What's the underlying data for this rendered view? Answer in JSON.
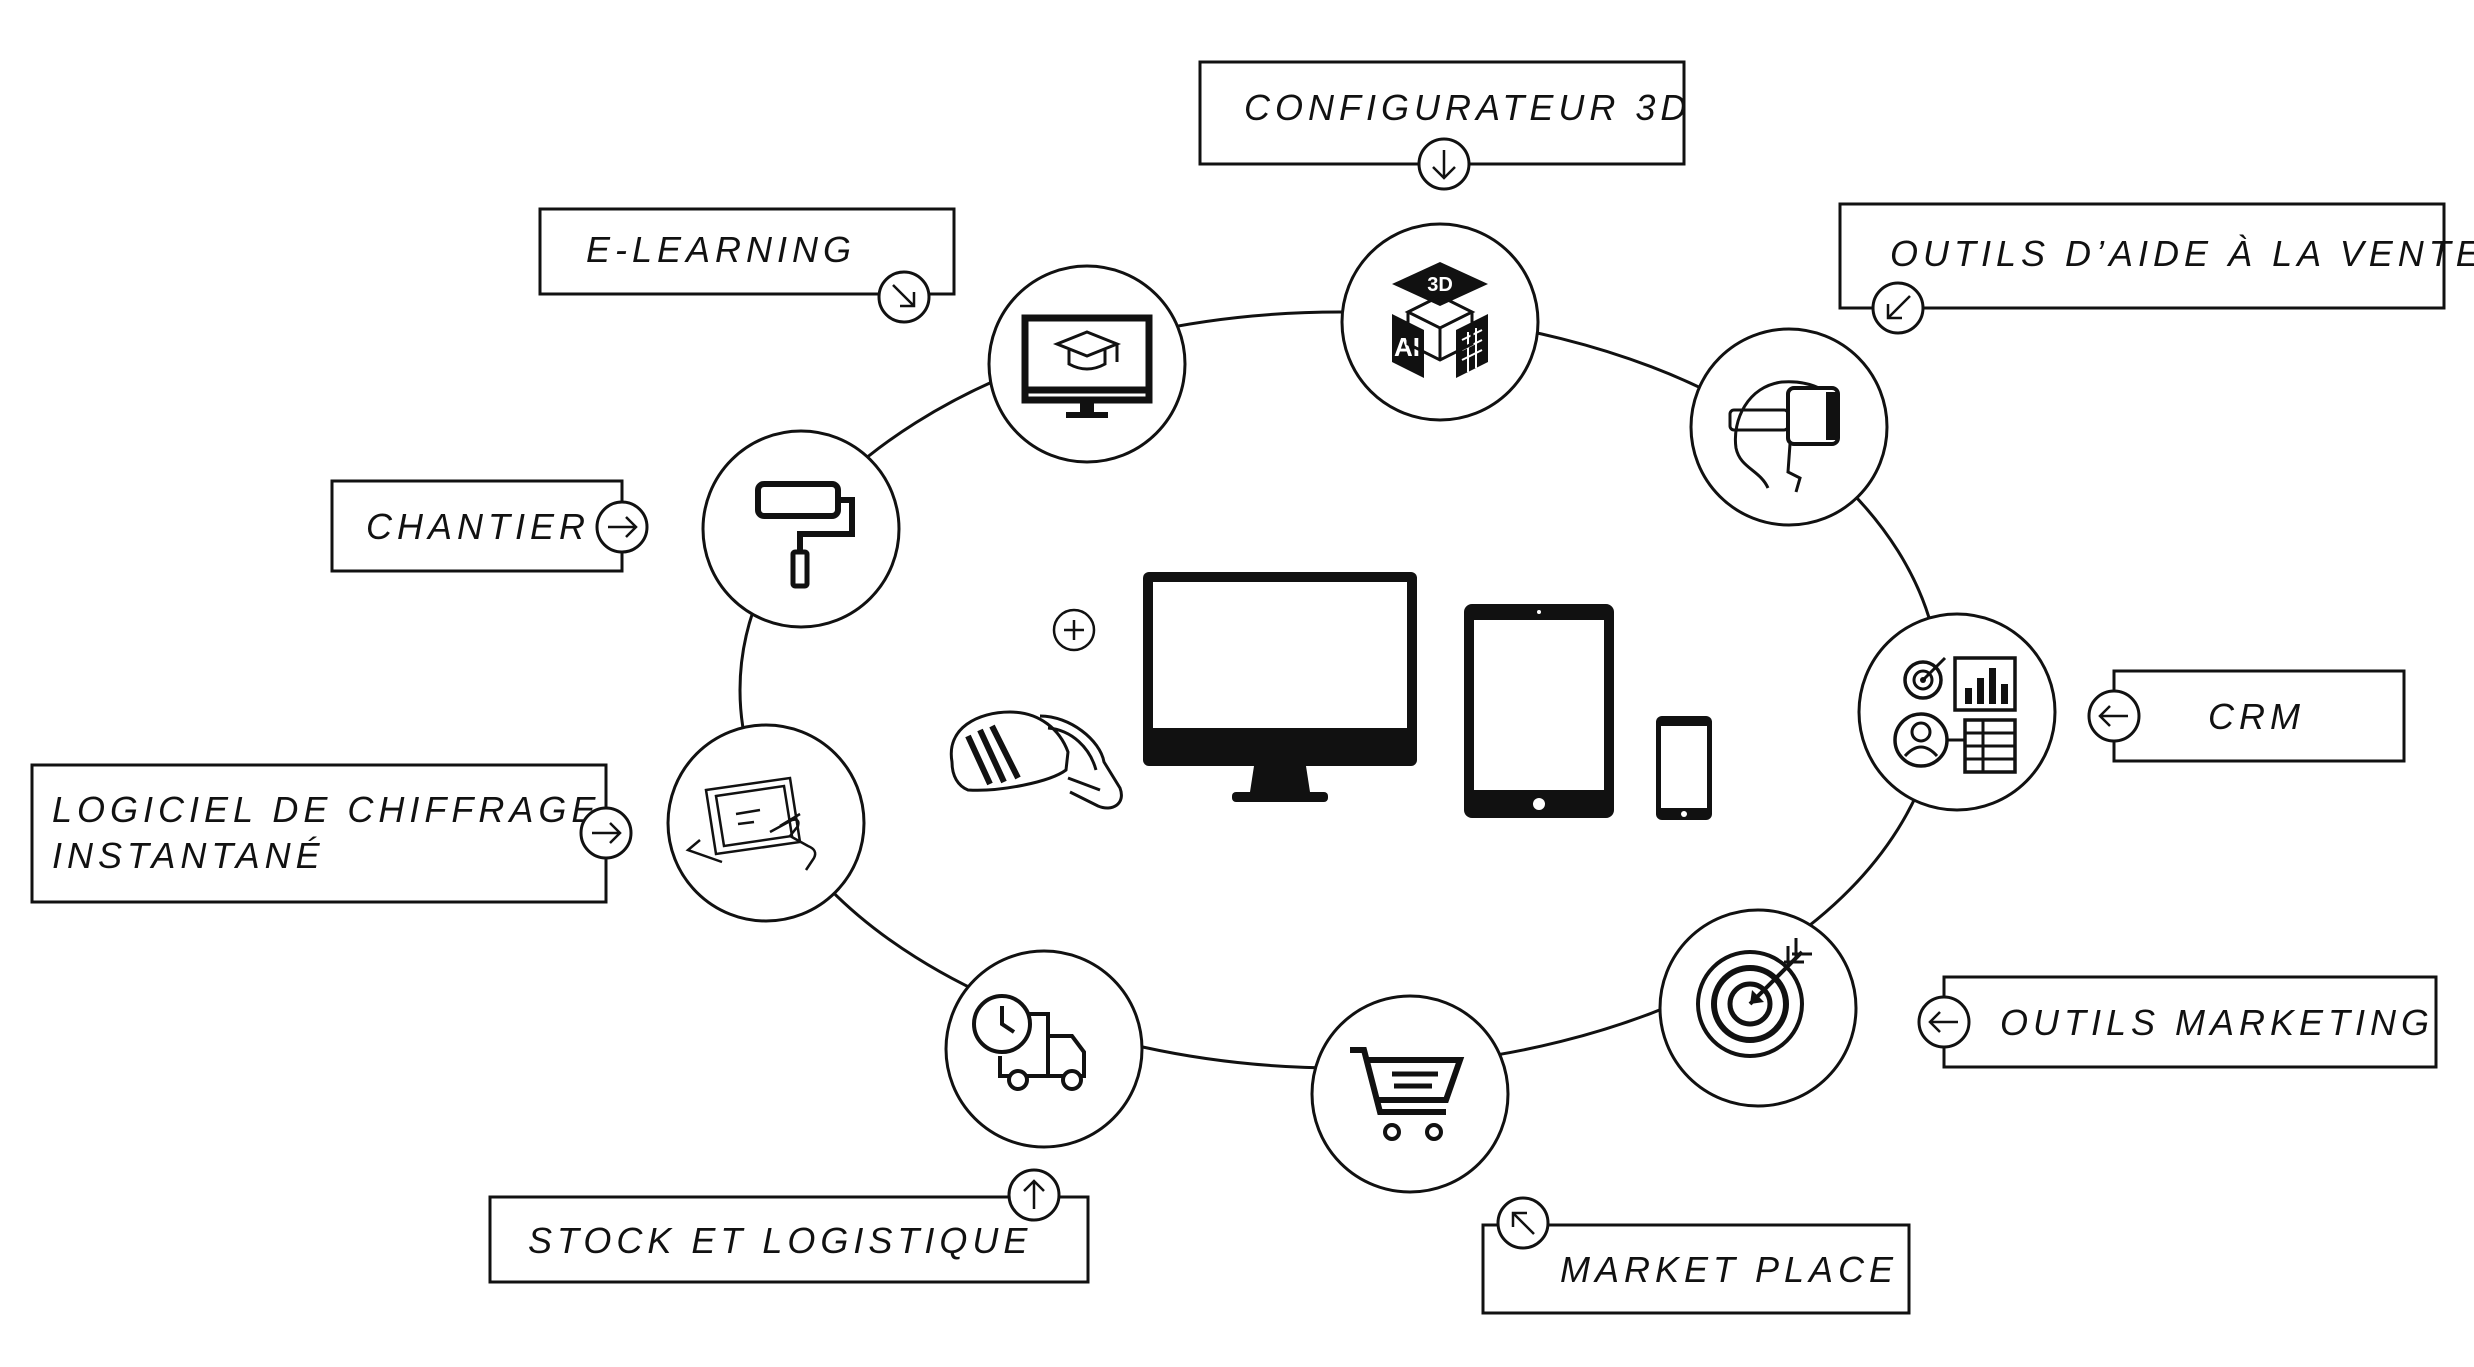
{
  "labels": {
    "configurateur": "CONFIGURATEUR 3D",
    "elearning": "E-LEARNING",
    "outils_vente": "OUTILS D’AIDE À LA VENTE",
    "chantier": "CHANTIER",
    "crm": "CRM",
    "chiffrage_line1": "LOGICIEL DE CHIFFRAGE",
    "chiffrage_line2": "INSTANTANÉ",
    "outils_marketing": "OUTILS MARKETING",
    "stock": "STOCK ET LOGISTIQUE",
    "market_place": "MARKET PLACE"
  },
  "icon_texts": {
    "cube_top": "3D",
    "cube_left": "AI"
  },
  "icons": [
    "box-3d-icon",
    "graduation-monitor-icon",
    "vr-headset-person-icon",
    "paint-roller-icon",
    "crm-analytics-icon",
    "tablet-touch-icon",
    "target-arrow-icon",
    "shopping-cart-icon",
    "delivery-truck-clock-icon",
    "monitor-icon",
    "tablet-icon",
    "smartphone-icon",
    "vr-headset-icon",
    "plus-icon"
  ],
  "colors": {
    "ink": "#111111",
    "background": "#ffffff"
  }
}
